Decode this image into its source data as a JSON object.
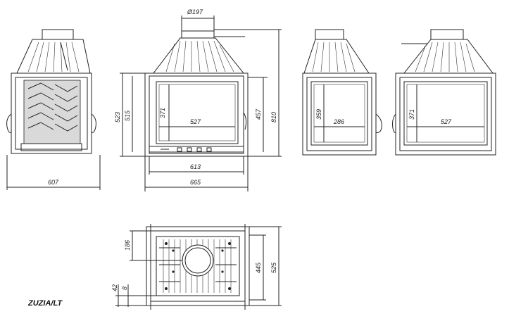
{
  "model_label": "ZUZIA/LT",
  "dimensions": {
    "flue_diameter": "Ø197",
    "height_523": "523",
    "height_515": "515",
    "glass_height_371_front": "371",
    "glass_width_527_front": "527",
    "height_457": "457",
    "total_height": "810",
    "width_613": "613",
    "width_665": "665",
    "depth_607": "607",
    "side_glass_height_359": "359",
    "side_glass_width_286": "286",
    "glass_height_371_side": "371",
    "glass_width_527_side": "527",
    "top_186": "186",
    "depth_445": "445",
    "depth_525": "525",
    "bottom_42": "42",
    "bottom_8": "8"
  },
  "colors": {
    "line": "#222222",
    "fill": "#d9d9d9",
    "background": "#ffffff"
  }
}
